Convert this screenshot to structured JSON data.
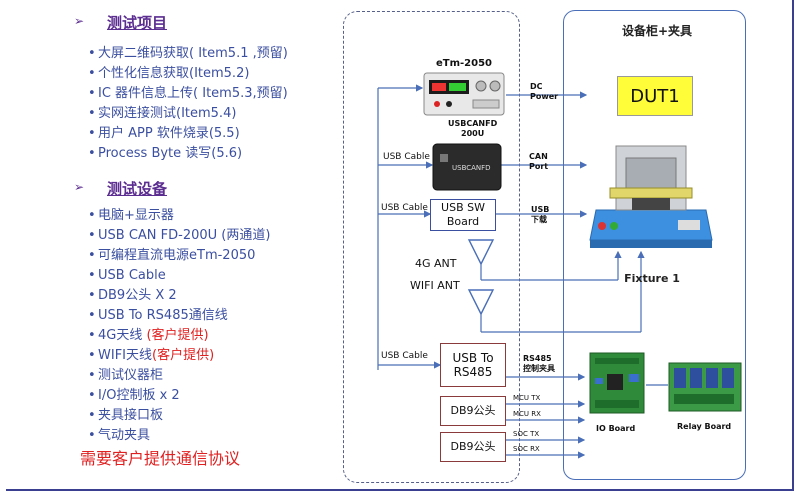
{
  "test_items": {
    "heading": "测试项目",
    "items": [
      "大屏二维码获取( Item5.1 ,预留)",
      "个性化信息获取(Item5.2)",
      "IC  器件信息上传( Item5.3,预留)",
      "实网连接测试(Item5.4)",
      "用户 APP  软件烧录(5.5)",
      "Process Byte  读写(5.6)"
    ]
  },
  "test_equipment": {
    "heading": "测试设备",
    "items": [
      {
        "text": "电脑+显示器",
        "red": ""
      },
      {
        "text": "USB CAN FD-200U (两通道)",
        "red": ""
      },
      {
        "text": "可编程直流电源eTm-2050",
        "red": ""
      },
      {
        "text": "USB Cable",
        "red": ""
      },
      {
        "text": "DB9公头 X 2",
        "red": ""
      },
      {
        "text": "USB To RS485通信线",
        "red": ""
      },
      {
        "text": "4G天线 ",
        "red": "(客户提供)"
      },
      {
        "text": "WIFI天线",
        "red": "(客户提供)"
      },
      {
        "text": "测试仪器柜",
        "red": ""
      },
      {
        "text": "I/O控制板 x 2",
        "red": ""
      },
      {
        "text": "夹具接口板",
        "red": ""
      },
      {
        "text": "气动夹具",
        "red": ""
      }
    ]
  },
  "note": "需要客户提供通信协议",
  "diagram": {
    "power_supply_label": "eTm-2050",
    "canfd_label_1": "USBCANFD",
    "canfd_label_2": "200U",
    "usb_cable_1": "USB Cable",
    "usb_cable_2": "USB Cable",
    "usb_cable_3": "USB Cable",
    "usb_sw_board": "USB SW\nBoard",
    "ant_4g": "4G  ANT",
    "ant_wifi": "WIFI  ANT",
    "usb_to_rs485": "USB To\nRS485",
    "db9_1": "DB9公头",
    "db9_2": "DB9公头",
    "dc_power_1": "DC",
    "dc_power_2": "Power",
    "can_port_1": "CAN",
    "can_port_2": "Port",
    "usb_dl_1": "USB",
    "usb_dl_2": "下载",
    "rs485_1": "RS485",
    "rs485_2": "控制夹具",
    "mcu_tx": "MCU TX",
    "mcu_rx": "MCU RX",
    "soc_tx": "SOC TX",
    "soc_rx": "SOC RX",
    "cabinet_title": "设备柜+夹具",
    "dut": "DUT1",
    "fixture": "Fixture 1",
    "io_board": "IO Board",
    "relay_board": "Relay Board"
  }
}
